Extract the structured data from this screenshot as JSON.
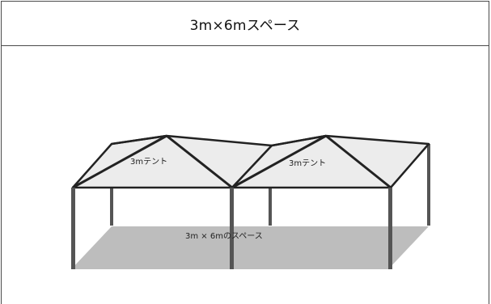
{
  "header": {
    "title": "3m×6mスペース"
  },
  "illustration": {
    "tent_left_label": "3mテント",
    "tent_right_label": "3mテント",
    "space_label": "3m × 6mのスペース"
  }
}
